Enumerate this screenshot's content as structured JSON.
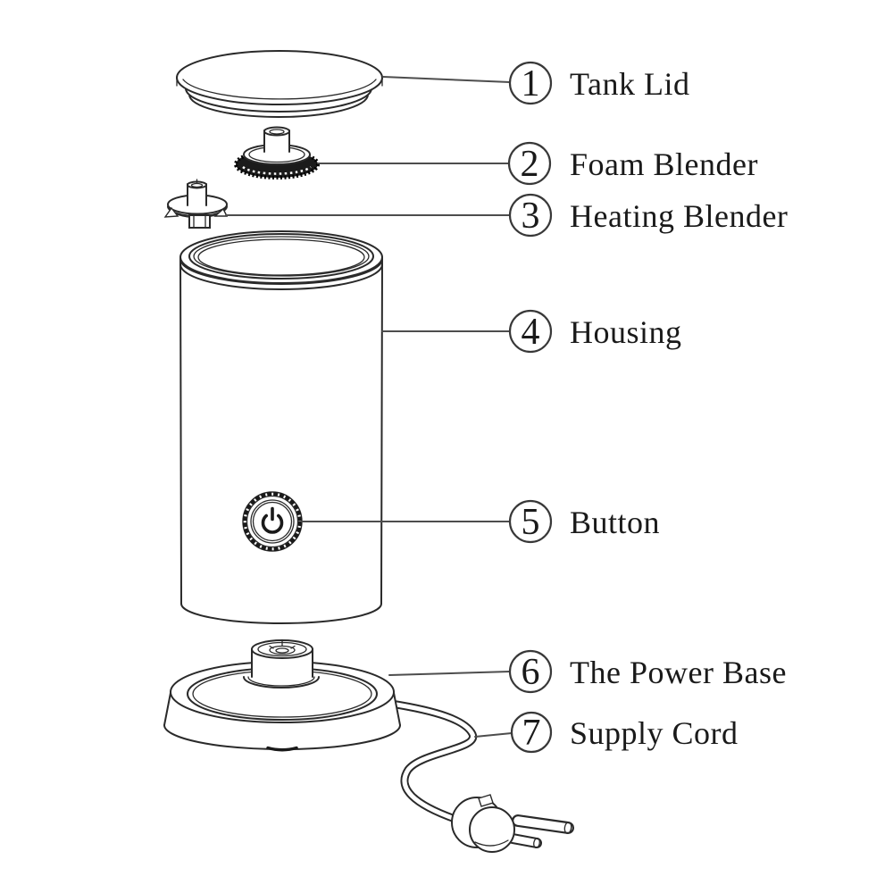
{
  "diagram": {
    "kind": "exploded-parts-diagram",
    "product": "milk frother",
    "parts": [
      {
        "number": "1",
        "label": "Tank Lid"
      },
      {
        "number": "2",
        "label": "Foam Blender"
      },
      {
        "number": "3",
        "label": "Heating Blender"
      },
      {
        "number": "4",
        "label": "Housing"
      },
      {
        "number": "5",
        "label": "Button"
      },
      {
        "number": "6",
        "label": "The Power Base"
      },
      {
        "number": "7",
        "label": "Supply Cord"
      }
    ],
    "icons": [
      {
        "name": "power-icon",
        "location": "housing front button"
      }
    ],
    "colors": {
      "stroke": "#2a2a2a",
      "dark_fill": "#1b1b1b",
      "leader": "#4d4d4d",
      "text": "#1a1a1a",
      "background": "#ffffff"
    }
  }
}
